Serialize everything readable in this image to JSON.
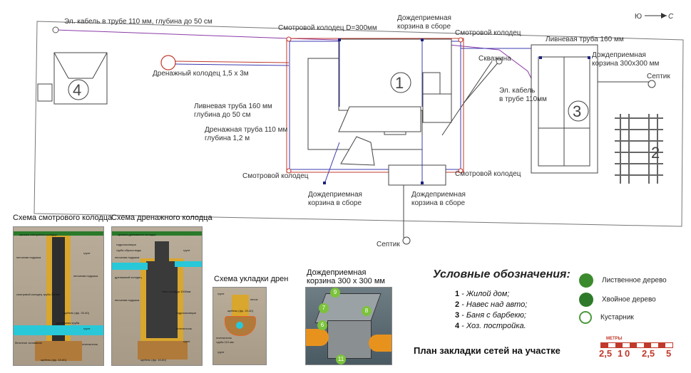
{
  "compass": {
    "left": "Ю",
    "right": "С"
  },
  "plan_labels": {
    "el_cable": "Эл. кабель в трубе 110 мм, глубина до 50 см",
    "inspection_well_d300": "Смотровой колодец D=300мм",
    "rain_basket_top": "Дождеприемная корзина в сборе",
    "inspection_well_tr": "Смотровой колодец",
    "storm_pipe_160": "Ливневая труба 160 мм",
    "rain_basket_300": "Дождеприемная корзина 300х300 мм",
    "drain_well": "Дренажный колодец 1,5 х 3м",
    "borehole": "Скважина",
    "septic_right": "Септик",
    "el_cable_2": "Эл. кабель в трубе 110мм",
    "storm_pipe_depth": "Ливневая труба 160 мм глубина до 50 см",
    "drain_pipe_depth": "Дренажная труба 110 мм глубина 1,2 м",
    "inspection_well_bl": "Смотровой колодец",
    "inspection_well_br": "Смотровой колодец",
    "rain_basket_bl": "Дождеприемная корзина в сборе",
    "rain_basket_br": "Дождеприемная корзина в сборе",
    "septic_bottom": "Септик"
  },
  "building_numbers": [
    "1",
    "2",
    "3",
    "4"
  ],
  "insets": {
    "inspection_well": {
      "title": "Схема смотрового колодца",
      "labels": [
        "крышка смотрового колодца",
        "песчаная подушка",
        "грунт",
        "песчаная подушка",
        "смотровой колодец труба 300мм",
        "дренажная труба",
        "щебень (фр. 20-40)",
        "бетонное основание",
        "грунт",
        "геотекстиль",
        "щебень (фр. 40-60)"
      ]
    },
    "drain_well": {
      "title": "Схема дренажного колодца",
      "labels": [
        "крышка дренажного колодца",
        "гидроизоляция",
        "труба сброса воды",
        "грунт",
        "песчаная подушка",
        "дренажный колодец",
        "тело колодца 1000мм",
        "песчаная подушка",
        "гидроизоляция",
        "геотекстиль",
        "грунт",
        "щебень (фр. 40-60)"
      ]
    },
    "drain_laying": {
      "title": "Схема укладки дрен",
      "labels": [
        "грунт",
        "песок",
        "щебень (фр. 20-40)",
        "геотекстиль",
        "труба 110 мм",
        "грунт"
      ]
    },
    "rain_basket": {
      "title": "Дождеприемная корзина 300 х 300 мм",
      "markers": [
        "9",
        "7",
        "8",
        "6",
        "11"
      ]
    }
  },
  "legend": {
    "title": "Условные обозначения:",
    "items": [
      {
        "num": "1",
        "text": " - Жилой дом;"
      },
      {
        "num": "2",
        "text": " - Навес над авто;"
      },
      {
        "num": "3",
        "text": " - Баня с барбекю;"
      },
      {
        "num": "4",
        "text": " - Хоз. постройка."
      }
    ],
    "trees": [
      {
        "label": "Лиственное дерево",
        "color": "#3c8a2e"
      },
      {
        "label": "Хвойное дерево",
        "color": "#2f7a2a"
      },
      {
        "label": "Кустарник",
        "color": "#4c9a3c"
      }
    ]
  },
  "plan_title": "План закладки сетей на участке",
  "scale": {
    "caption": "МЕТРЫ",
    "labels": [
      "2,5",
      "1",
      "0",
      "2,5",
      "5"
    ]
  }
}
